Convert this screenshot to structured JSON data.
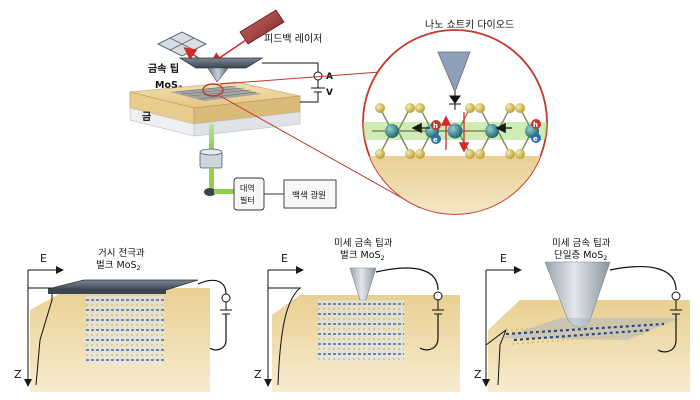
{
  "labels": {
    "feedback_laser": "피드백 레이저",
    "metal_tip": "금속 팁",
    "mos2": "MoS",
    "mos2_sub": "2",
    "gold": "금",
    "ammeter": "A",
    "voltmeter": "V",
    "bandpass_filter_line1": "대역",
    "bandpass_filter_line2": "필터",
    "white_light_source": "백색 광원",
    "nano_schottky_diode": "나노 쇼트키 다이오드",
    "hole_symbol": "h",
    "electron_symbol": "e"
  },
  "bottom_panels": [
    {
      "title_line1": "거시 전극과",
      "title_line2": "벌크 MoS",
      "title_sub": "2",
      "energy_axis": "E",
      "depth_axis": "Z"
    },
    {
      "title_line1": "미세 금속 팁과",
      "title_line2": "벌크 MoS",
      "title_sub": "2",
      "energy_axis": "E",
      "depth_axis": "Z"
    },
    {
      "title_line1": "미세 금속 팁과",
      "title_line2": "단일층 MoS",
      "title_sub": "2",
      "energy_axis": "E",
      "depth_axis": "Z"
    }
  ],
  "colors": {
    "gold": "#e9cf92",
    "gold_dark": "#c9a865",
    "metal_atom": "#2f7f86",
    "sulfur_atom": "#d8c35a",
    "laser_red": "#d62828",
    "optical_green": "#8fd14f",
    "zoom_circle": "#c0392b",
    "tip_gray": "#8a98a8"
  }
}
